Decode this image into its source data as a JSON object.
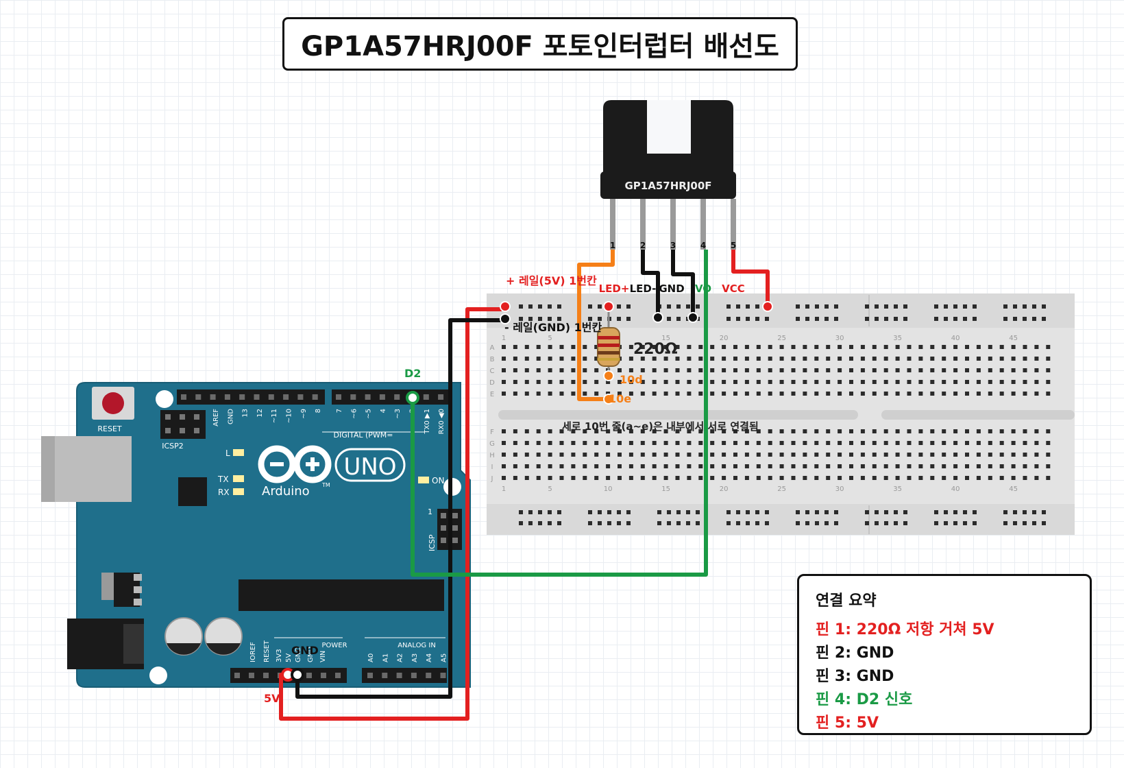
{
  "title": "GP1A57HRJ00F 포토인터럽터 배선도",
  "colors": {
    "red": "#e32020",
    "black": "#111111",
    "green": "#1a9a45",
    "orange": "#f57f17",
    "board_teal": "#1f6f8b",
    "breadboard": "#e3e3e3"
  },
  "sensor": {
    "label": "GP1A57HRJ00F",
    "pins": [
      {
        "number": "1",
        "name": "LED+",
        "color": "#e32020"
      },
      {
        "number": "2",
        "name": "LED-",
        "color": "#111111"
      },
      {
        "number": "3",
        "name": "GND",
        "color": "#111111"
      },
      {
        "number": "4",
        "name": "VO",
        "color": "#1a9a45"
      },
      {
        "number": "5",
        "name": "VCC",
        "color": "#e32020"
      }
    ]
  },
  "breadboard": {
    "plus_rail_label": "+ 레일(5V) 1번칸",
    "minus_rail_label": "- 레일(GND) 1번칸",
    "row_letters_top": [
      "A",
      "B",
      "C",
      "D",
      "E"
    ],
    "row_letters_bottom": [
      "F",
      "G",
      "H",
      "I",
      "J"
    ],
    "column_numbers": [
      "1",
      "5",
      "10",
      "15",
      "20",
      "25",
      "30",
      "35",
      "40",
      "45"
    ],
    "hole_10d": "10d",
    "hole_10e": "10e",
    "note": "세로 10번 줄(a~e)은 내부에서 서로 연결됨"
  },
  "resistor": {
    "value": "220Ω"
  },
  "arduino": {
    "reset": "RESET",
    "icsp2": "ICSP2",
    "icsp": "ICSP",
    "logo_text": "Arduino",
    "uno": "UNO",
    "tm": "TM",
    "led_l": "L",
    "led_tx": "TX",
    "led_rx": "RX",
    "led_on": "ON",
    "digital_label": "DIGITAL (PWM=",
    "power_label": "POWER",
    "analog_label": "ANALOG IN",
    "icsp_pin1": "1",
    "digital_pins": [
      "AREF",
      "GND",
      "13",
      "12",
      "~11",
      "~10",
      "~9",
      "8",
      "7",
      "~6",
      "~5",
      "4",
      "~3",
      "2",
      "TX0 ▶1",
      "RX0 ◀0"
    ],
    "power_pins": [
      "IOREF",
      "RESET",
      "3V3",
      "5V",
      "GND",
      "GND",
      "VIN"
    ],
    "analog_pins": [
      "A0",
      "A1",
      "A2",
      "A3",
      "A4",
      "A5"
    ]
  },
  "wire_labels": {
    "d2": "D2",
    "gnd": "GND",
    "five_v": "5V"
  },
  "summary": {
    "title": "연결 요약",
    "lines": [
      {
        "text": "핀 1: 220Ω 저항 거쳐 5V",
        "color": "#e32020"
      },
      {
        "text": "핀 2: GND",
        "color": "#111111"
      },
      {
        "text": "핀 3: GND",
        "color": "#111111"
      },
      {
        "text": "핀 4: D2 신호",
        "color": "#1a9a45"
      },
      {
        "text": "핀 5: 5V",
        "color": "#e32020"
      }
    ]
  }
}
